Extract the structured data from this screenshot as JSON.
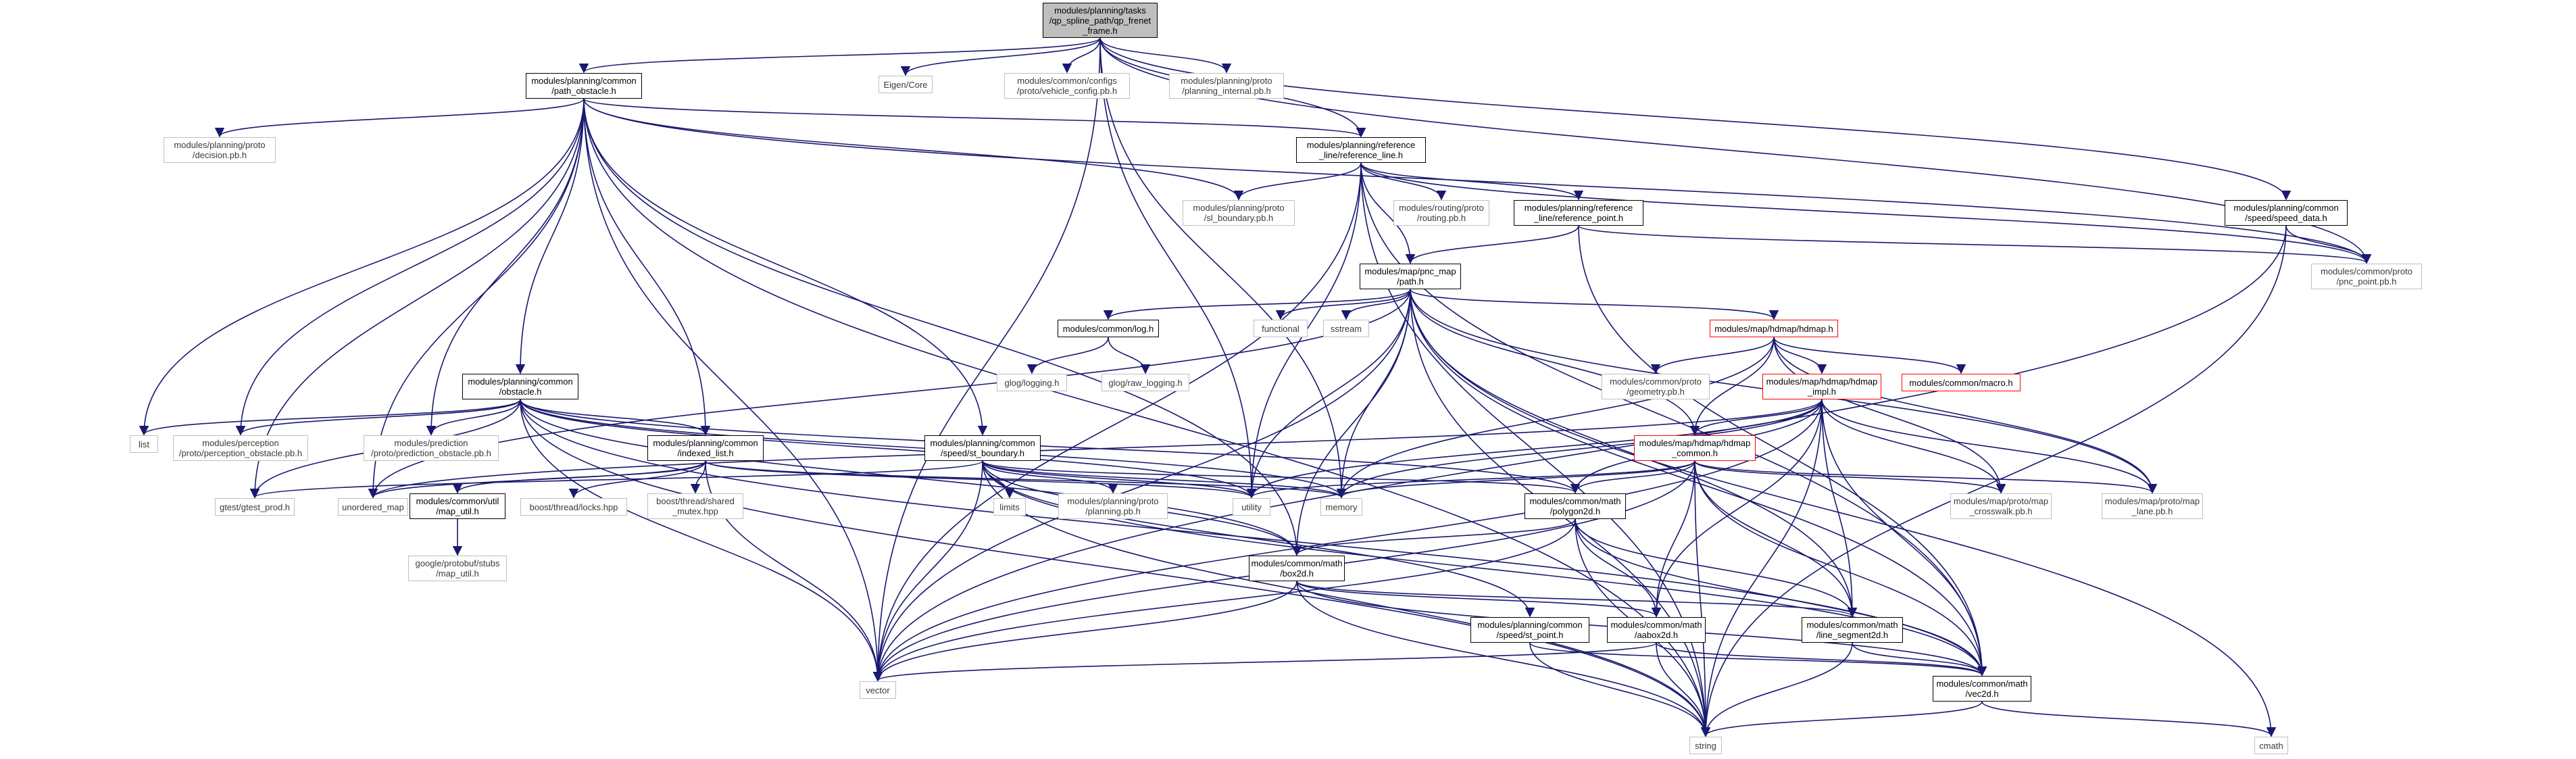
{
  "graph": {
    "edge_color": "#191970",
    "nodes": [
      {
        "id": "n_root",
        "label": "modules/planning/tasks\n/qp_spline_path/qp_frenet\n_frame.h",
        "style": "root"
      },
      {
        "id": "n_path_obstacle",
        "label": "modules/planning/common\n/path_obstacle.h",
        "style": "normal"
      },
      {
        "id": "n_eigen",
        "label": "Eigen/Core",
        "style": "ext"
      },
      {
        "id": "n_vehicle_config",
        "label": "modules/common/configs\n/proto/vehicle_config.pb.h",
        "style": "ext"
      },
      {
        "id": "n_planning_internal",
        "label": "modules/planning/proto\n/planning_internal.pb.h",
        "style": "ext"
      },
      {
        "id": "n_decision",
        "label": "modules/planning/proto\n/decision.pb.h",
        "style": "ext"
      },
      {
        "id": "n_reference_line",
        "label": "modules/planning/reference\n_line/reference_line.h",
        "style": "normal"
      },
      {
        "id": "n_sl_boundary",
        "label": "modules/planning/proto\n/sl_boundary.pb.h",
        "style": "ext"
      },
      {
        "id": "n_routing",
        "label": "modules/routing/proto\n/routing.pb.h",
        "style": "ext"
      },
      {
        "id": "n_reference_point",
        "label": "modules/planning/reference\n_line/reference_point.h",
        "style": "normal"
      },
      {
        "id": "n_speed_data",
        "label": "modules/planning/common\n/speed/speed_data.h",
        "style": "normal"
      },
      {
        "id": "n_pnc_point",
        "label": "modules/common/proto\n/pnc_point.pb.h",
        "style": "ext"
      },
      {
        "id": "n_pnc_path",
        "label": "modules/map/pnc_map\n/path.h",
        "style": "normal"
      },
      {
        "id": "n_log",
        "label": "modules/common/log.h",
        "style": "normal"
      },
      {
        "id": "n_functional",
        "label": "functional",
        "style": "ext"
      },
      {
        "id": "n_sstream",
        "label": "sstream",
        "style": "ext"
      },
      {
        "id": "n_glog",
        "label": "glog/logging.h",
        "style": "ext"
      },
      {
        "id": "n_raw_logging",
        "label": "glog/raw_logging.h",
        "style": "ext"
      },
      {
        "id": "n_hdmap",
        "label": "modules/map/hdmap/hdmap.h",
        "style": "red"
      },
      {
        "id": "n_geometry",
        "label": "modules/common/proto\n/geometry.pb.h",
        "style": "ext"
      },
      {
        "id": "n_hdmap_impl",
        "label": "modules/map/hdmap/hdmap\n_impl.h",
        "style": "red"
      },
      {
        "id": "n_macro",
        "label": "modules/common/macro.h",
        "style": "red"
      },
      {
        "id": "n_obstacle",
        "label": "modules/planning/common\n/obstacle.h",
        "style": "normal"
      },
      {
        "id": "n_list",
        "label": "list",
        "style": "ext"
      },
      {
        "id": "n_perception_obstacle",
        "label": "modules/perception\n/proto/perception_obstacle.pb.h",
        "style": "ext"
      },
      {
        "id": "n_prediction_obstacle",
        "label": "modules/prediction\n/proto/prediction_obstacle.pb.h",
        "style": "ext"
      },
      {
        "id": "n_indexed_list",
        "label": "modules/planning/common\n/indexed_list.h",
        "style": "normal"
      },
      {
        "id": "n_st_boundary",
        "label": "modules/planning/common\n/speed/st_boundary.h",
        "style": "normal"
      },
      {
        "id": "n_hdmap_common",
        "label": "modules/map/hdmap/hdmap\n_common.h",
        "style": "red"
      },
      {
        "id": "n_gtest",
        "label": "gtest/gtest_prod.h",
        "style": "ext"
      },
      {
        "id": "n_unordered_map",
        "label": "unordered_map",
        "style": "ext"
      },
      {
        "id": "n_map_util",
        "label": "modules/common/util\n/map_util.h",
        "style": "normal"
      },
      {
        "id": "n_locks",
        "label": "boost/thread/locks.hpp",
        "style": "ext"
      },
      {
        "id": "n_shared_mutex",
        "label": "boost/thread/shared\n_mutex.hpp",
        "style": "ext"
      },
      {
        "id": "n_limits",
        "label": "limits",
        "style": "ext"
      },
      {
        "id": "n_planning_pb",
        "label": "modules/planning/proto\n/planning.pb.h",
        "style": "ext"
      },
      {
        "id": "n_utility",
        "label": "utility",
        "style": "ext"
      },
      {
        "id": "n_memory",
        "label": "memory",
        "style": "ext"
      },
      {
        "id": "n_polygon2d",
        "label": "modules/common/math\n/polygon2d.h",
        "style": "normal"
      },
      {
        "id": "n_crosswalk",
        "label": "modules/map/proto/map\n_crosswalk.pb.h",
        "style": "ext"
      },
      {
        "id": "n_map_lane",
        "label": "modules/map/proto/map\n_lane.pb.h",
        "style": "ext"
      },
      {
        "id": "n_protobuf_stubs",
        "label": "google/protobuf/stubs\n/map_util.h",
        "style": "ext"
      },
      {
        "id": "n_box2d",
        "label": "modules/common/math\n/box2d.h",
        "style": "normal"
      },
      {
        "id": "n_speed_point",
        "label": "modules/planning/common\n/speed/st_point.h",
        "style": "normal"
      },
      {
        "id": "n_aabox2d",
        "label": "modules/common/math\n/aabox2d.h",
        "style": "normal"
      },
      {
        "id": "n_line_segment2d",
        "label": "modules/common/math\n/line_segment2d.h",
        "style": "normal"
      },
      {
        "id": "n_vector",
        "label": "vector",
        "style": "ext"
      },
      {
        "id": "n_vec2d",
        "label": "modules/common/math\n/vec2d.h",
        "style": "normal"
      },
      {
        "id": "n_string",
        "label": "string",
        "style": "ext"
      },
      {
        "id": "n_cmath",
        "label": "cmath",
        "style": "ext"
      }
    ]
  }
}
